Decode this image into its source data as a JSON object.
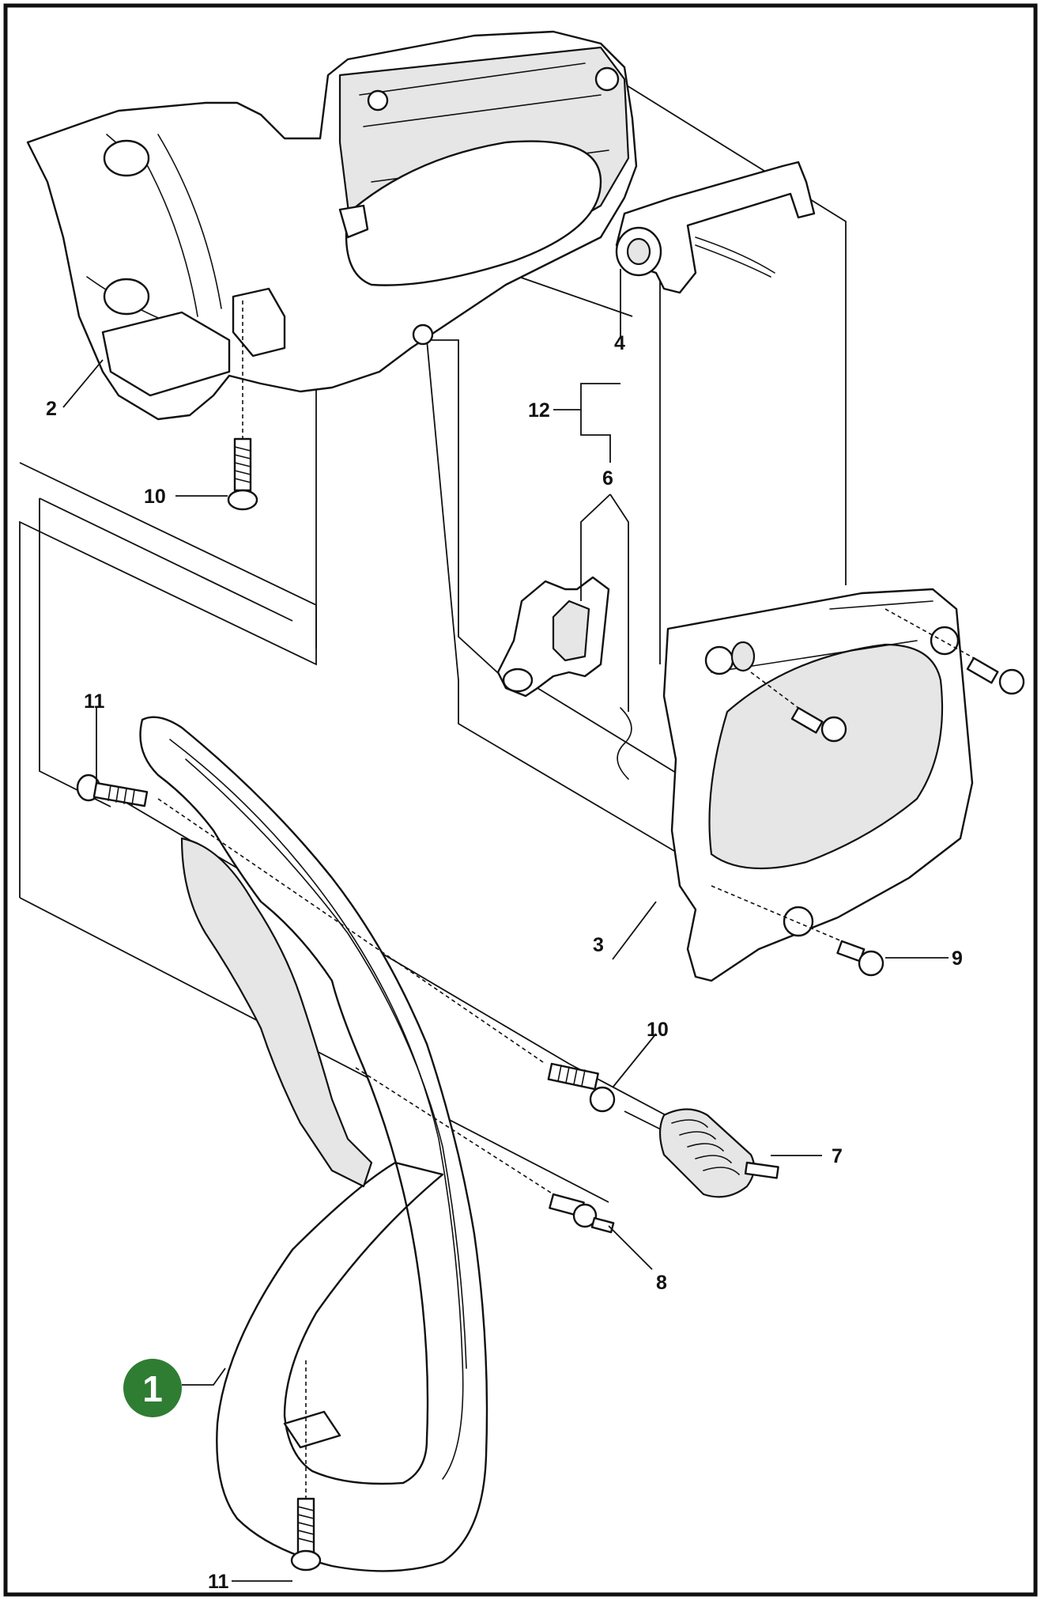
{
  "colors": {
    "frame": "#111111",
    "badge_fill": "#2e7d32",
    "badge_text": "#ffffff",
    "line": "#111111"
  },
  "callouts": {
    "c1": "1",
    "c2": "2",
    "c3": "3",
    "c4": "4",
    "c6": "6",
    "c7": "7",
    "c8": "8",
    "c9": "9",
    "c10_top": "10",
    "c10_mid": "10",
    "c11_top": "11",
    "c11_bottom": "11",
    "c12": "12"
  }
}
